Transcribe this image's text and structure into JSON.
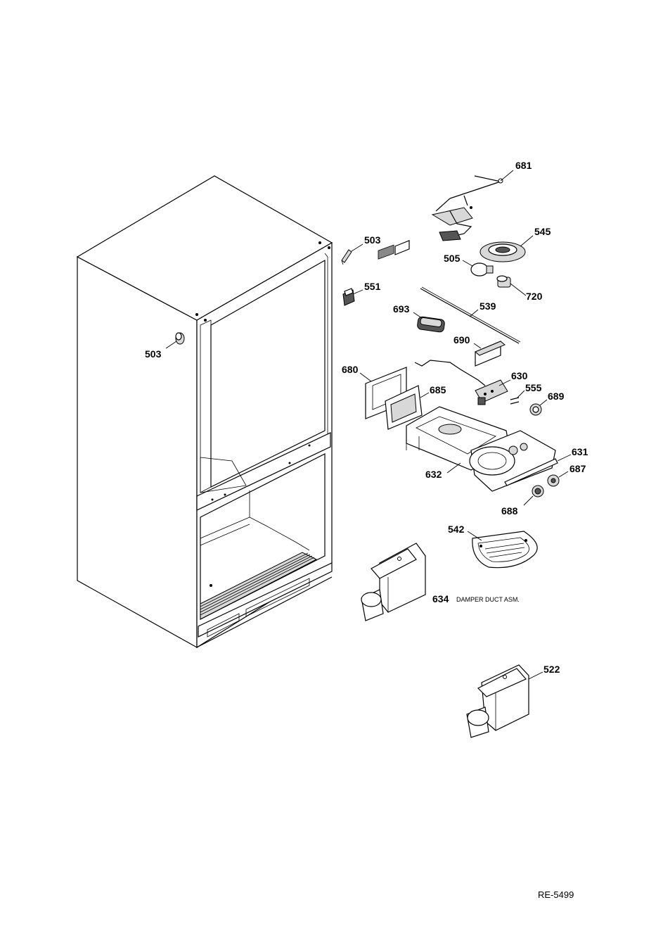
{
  "document_code": "RE-5499",
  "parts": [
    {
      "number": "681"
    },
    {
      "number": "545"
    },
    {
      "number": "503"
    },
    {
      "number": "505"
    },
    {
      "number": "720"
    },
    {
      "number": "551"
    },
    {
      "number": "539"
    },
    {
      "number": "693"
    },
    {
      "number": "690"
    },
    {
      "number": "503"
    },
    {
      "number": "680"
    },
    {
      "number": "630"
    },
    {
      "number": "685"
    },
    {
      "number": "555"
    },
    {
      "number": "689"
    },
    {
      "number": "631"
    },
    {
      "number": "632"
    },
    {
      "number": "687"
    },
    {
      "number": "688"
    },
    {
      "number": "542"
    },
    {
      "number": "634",
      "description": "DAMPER DUCT ASM."
    },
    {
      "number": "522"
    }
  ]
}
